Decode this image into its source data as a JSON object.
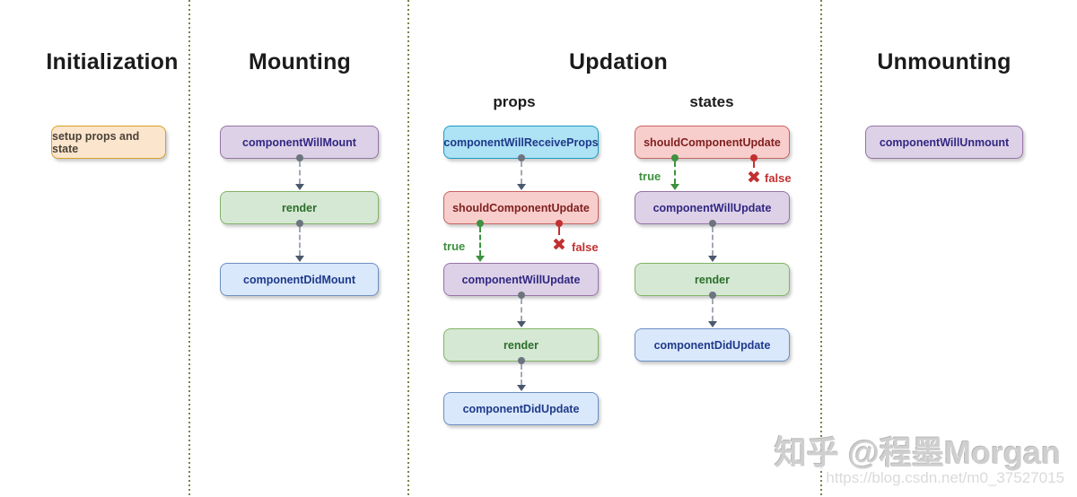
{
  "headers": {
    "initialization": "Initialization",
    "mounting": "Mounting",
    "updation": "Updation",
    "unmounting": "Unmounting",
    "props_subheader": "props",
    "states_subheader": "states"
  },
  "nodes": {
    "setup": "setup props and state",
    "component_will_mount": "componentWillMount",
    "render": "render",
    "component_did_mount": "componentDidMount",
    "component_will_receive_props": "componentWillReceiveProps",
    "should_component_update": "shouldComponentUpdate",
    "component_will_update": "componentWillUpdate",
    "component_did_update": "componentDidUpdate",
    "component_will_unmount": "componentWillUnmount"
  },
  "branch_labels": {
    "true_label": "true",
    "false_label": "false",
    "false_icon": "✖"
  },
  "watermark": {
    "brand": "知乎 @程墨Morgan",
    "url": "https://blog.csdn.net/m0_37527015"
  },
  "colors": {
    "separator": "#7b814d",
    "arrow_gray": "#a3a9b3",
    "arrow_head": "#4a586d",
    "branch_true_green": "#3d9140",
    "branch_false_red": "#c23030",
    "node_orange_fill": "#fce5cd",
    "node_orange_border": "#d6a127",
    "node_purple_fill": "#ddd1e7",
    "node_purple_border": "#9673a6",
    "node_green_fill": "#d5e8d4",
    "node_green_border": "#82b366",
    "node_blue_fill": "#dae8fc",
    "node_blue_border": "#6c8ebf",
    "node_cyan_fill": "#aee2f5",
    "node_cyan_border": "#1c9ac0",
    "node_red_fill": "#f8cecc",
    "node_red_border": "#c76360"
  }
}
